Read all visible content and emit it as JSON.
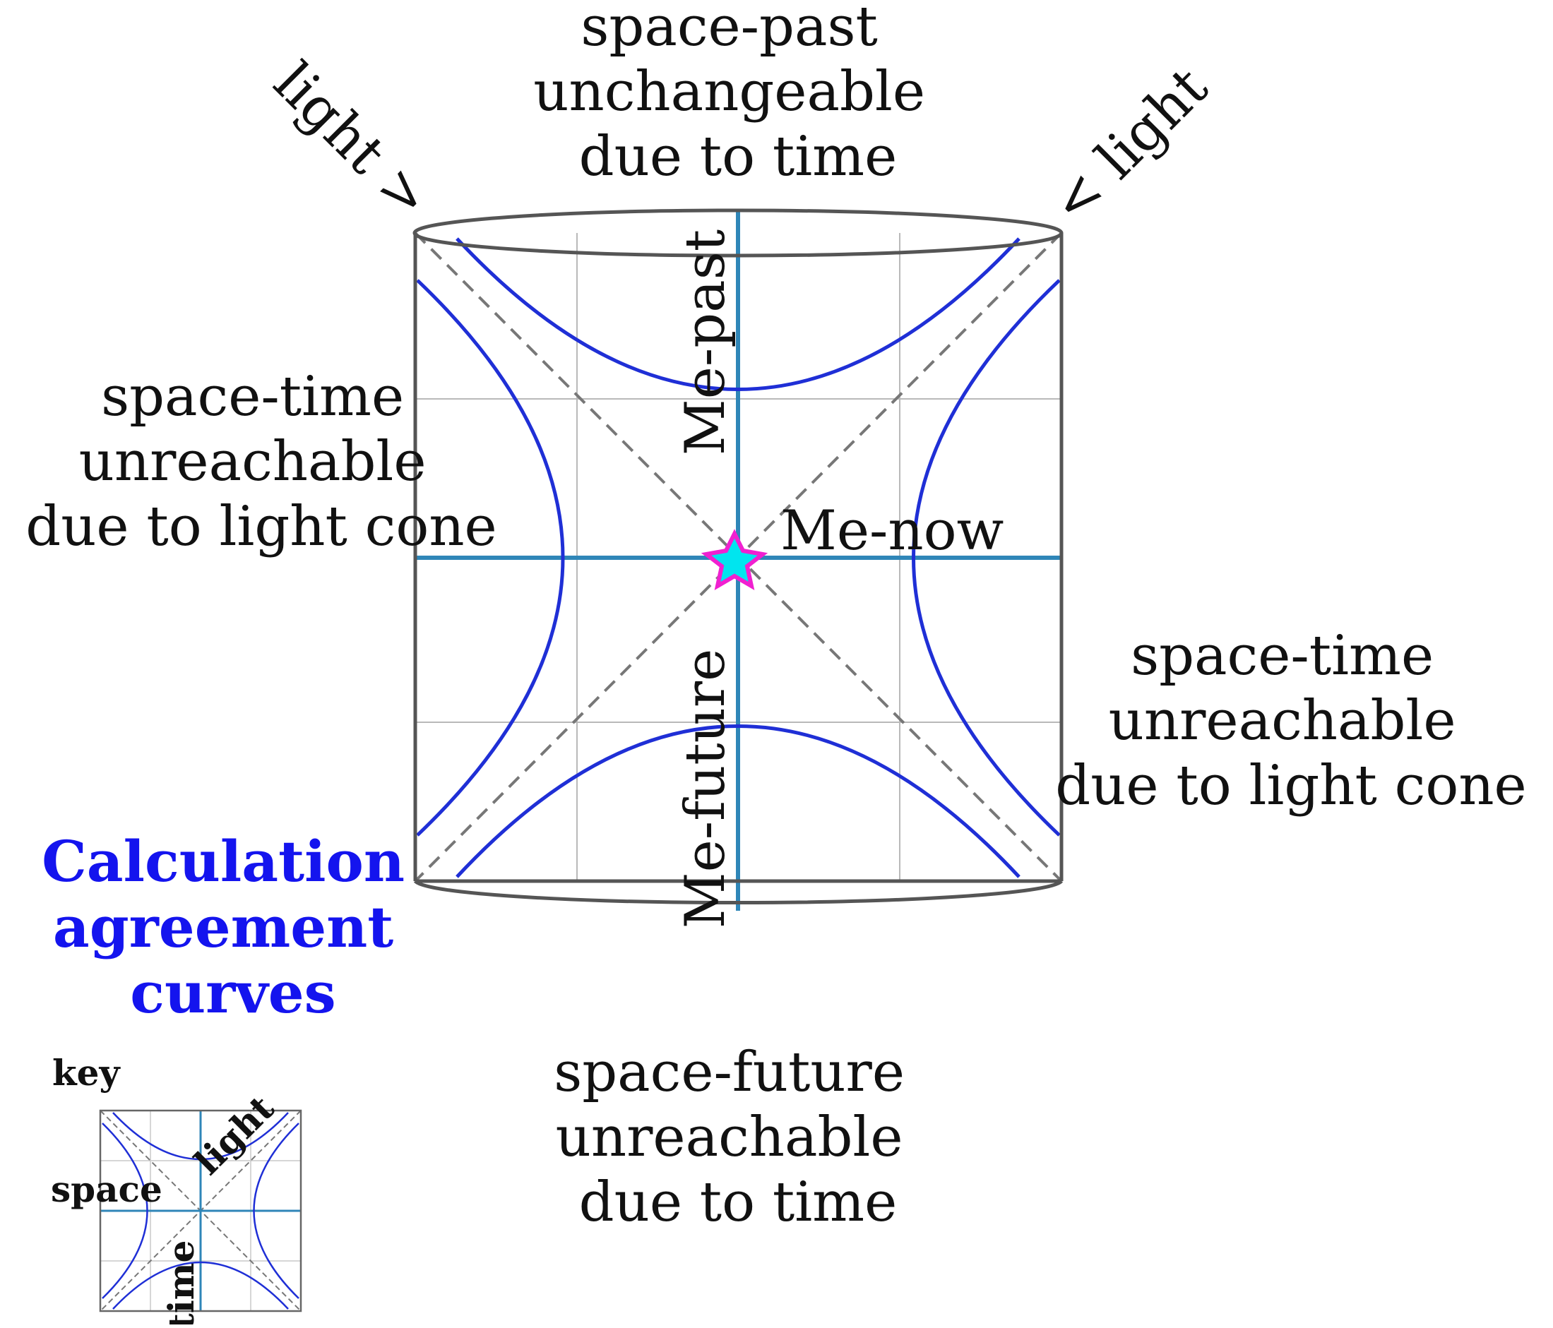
{
  "labels": {
    "top": [
      "space-past",
      "unchangeable",
      "due to time"
    ],
    "left": [
      "space-time",
      "unreachable",
      "due to light cone"
    ],
    "right": [
      "space-time",
      "unreachable",
      "due to light cone"
    ],
    "bottom": [
      "space-future",
      "unreachable",
      "due to time"
    ],
    "light_left": "light >",
    "light_right": "< light",
    "me_past": "Me-past",
    "me_now": "Me-now",
    "me_future": "Me-future",
    "calc": [
      "Calculation",
      "agreement",
      "curves"
    ]
  },
  "key": {
    "title": "key",
    "space": "space",
    "time": "time",
    "light": "light"
  },
  "colors": {
    "curve": "#1f2fd6",
    "axis": "#2f86b8",
    "grid": "#b9b9b9",
    "frame": "#555555",
    "diagonal": "#777777",
    "calc_text": "#1414ee",
    "star_fill": "#00e5ef",
    "star_stroke": "#f020d0"
  }
}
